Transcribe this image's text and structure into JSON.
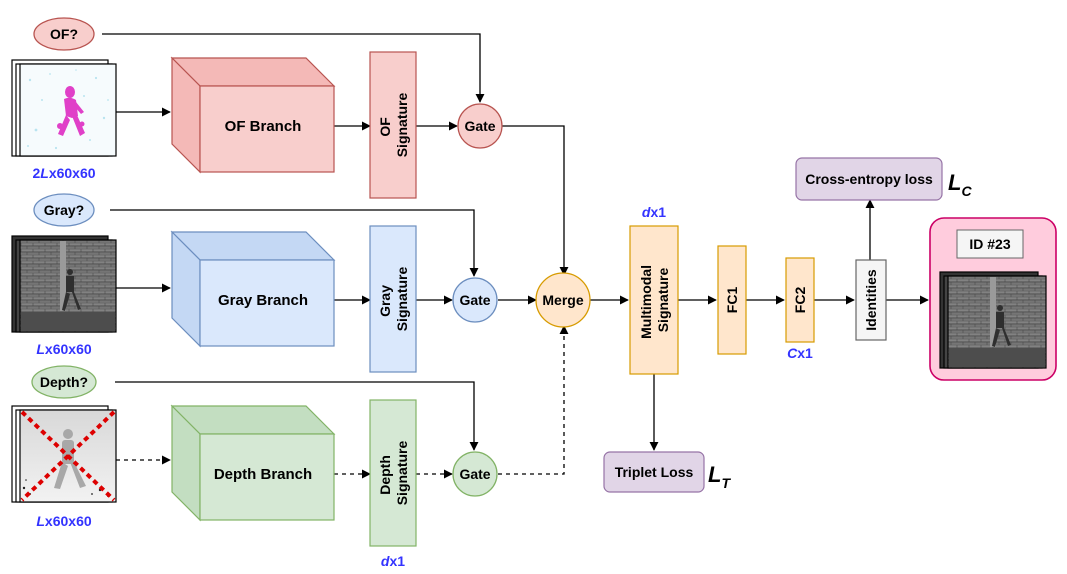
{
  "colors": {
    "of_fill": "#f8cecc",
    "of_stroke": "#b85450",
    "gray_fill": "#dae8fc",
    "gray_stroke": "#6c8ebf",
    "depth_fill": "#d5e8d4",
    "depth_stroke": "#82b366",
    "orange_fill": "#ffe6cc",
    "orange_stroke": "#d79b00",
    "purple_fill": "#e1d5e7",
    "purple_stroke": "#9673a6",
    "pink_fill": "#ffccdd",
    "pink_stroke": "#cc0066",
    "dim_label": "#3333ff",
    "cross": "#dd0000"
  },
  "inputs": {
    "of_question": "OF?",
    "gray_question": "Gray?",
    "depth_question": "Depth?"
  },
  "dims": {
    "of_prefix": "2",
    "of_var": "L",
    "of_suffix": "x60x60",
    "gray_var": "L",
    "gray_suffix": "x60x60",
    "depth_var": "L",
    "depth_suffix": "x60x60",
    "d_var": "d",
    "d_suffix": "x1",
    "c_var": "C",
    "c_suffix": "x1"
  },
  "branches": {
    "of": "OF Branch",
    "gray": "Gray Branch",
    "depth": "Depth Branch"
  },
  "signatures": {
    "of_line1": "OF",
    "of_line2": "Signature",
    "gray_line1": "Gray",
    "gray_line2": "Signature",
    "depth_line1": "Depth",
    "depth_line2": "Signature"
  },
  "gates": {
    "label": "Gate"
  },
  "merge": {
    "label": "Merge"
  },
  "multimodal": {
    "line1": "Multimodal",
    "line2": "Signature"
  },
  "fc": {
    "fc1": "FC1",
    "fc2": "FC2"
  },
  "identities": "Identities",
  "losses": {
    "cross_entropy": "Cross-entropy loss",
    "triplet": "Triplet Loss",
    "lc_main": "L",
    "lc_sub": "C",
    "lt_main": "L",
    "lt_sub": "T"
  },
  "output": {
    "id_label": "ID #23"
  }
}
